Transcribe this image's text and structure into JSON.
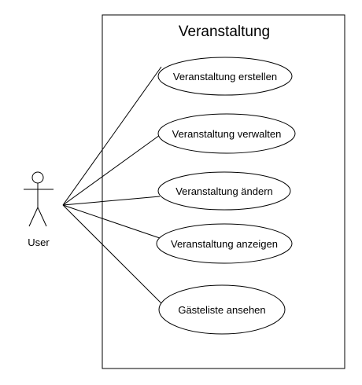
{
  "system": {
    "title": "Veranstaltung"
  },
  "actor": {
    "label": "User"
  },
  "use_cases": [
    {
      "label": "Veranstaltung erstellen"
    },
    {
      "label": "Veranstaltung verwalten"
    },
    {
      "label": "Veranstaltung ändern"
    },
    {
      "label": "Veranstaltung anzeigen"
    },
    {
      "label": "Gästeliste ansehen"
    }
  ]
}
